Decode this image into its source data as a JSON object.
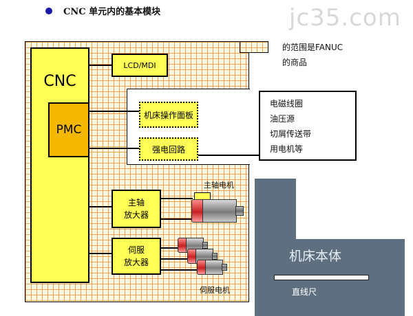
{
  "title": "CNC 单元内的基本模块",
  "watermark": "jc35.com",
  "legend": {
    "line1": "的范围是FANUC",
    "line2": "的商品"
  },
  "cnc": {
    "label": "CNC"
  },
  "pmc": {
    "label": "PMC"
  },
  "lcd_mdi": {
    "label": "LCD/MDI"
  },
  "machine_panel": {
    "label": "机床操作面板"
  },
  "strong_circuit": {
    "label": "强电回路"
  },
  "external_devices": {
    "items": [
      "电磁线圈",
      "油压源",
      "切屑传送带",
      "用电机等"
    ]
  },
  "spindle_amp": {
    "line1": "主轴",
    "line2": "放大器"
  },
  "servo_amp": {
    "line1": "伺服",
    "line2": "放大器"
  },
  "spindle_motor_label": "主轴电机",
  "servo_motor_label": "伺服电机",
  "machine_body": {
    "label": "机床本体",
    "scale_label": "直线尺"
  }
}
